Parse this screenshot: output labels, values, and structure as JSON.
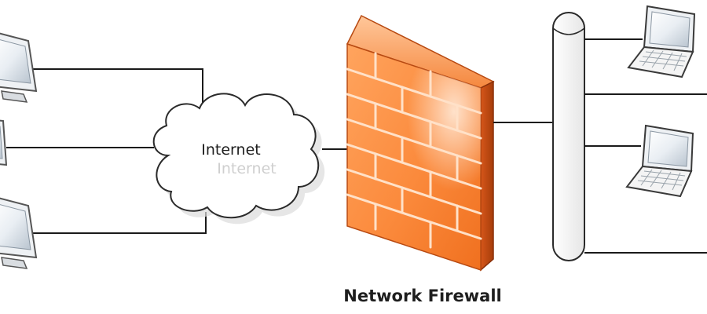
{
  "internet": {
    "label": "Internet",
    "reflection": "Internet"
  },
  "firewall": {
    "caption": "Network Firewall"
  },
  "colors": {
    "firewall_front": "#fb8a3c",
    "firewall_dark": "#c24a0d",
    "firewall_light": "#ffd3b0",
    "mortar": "#ffe1c8",
    "wire": "#1a1a1a",
    "cloud_fill": "#ffffff",
    "cloud_stroke": "#2a2a2a",
    "bus_fill": "#ffffff"
  },
  "icons": {
    "external_hosts": "desktop-monitor-icon",
    "internal_hosts": "laptop-icon",
    "internet": "cloud-icon",
    "firewall": "brick-wall-icon",
    "lan": "network-bus-icon"
  }
}
